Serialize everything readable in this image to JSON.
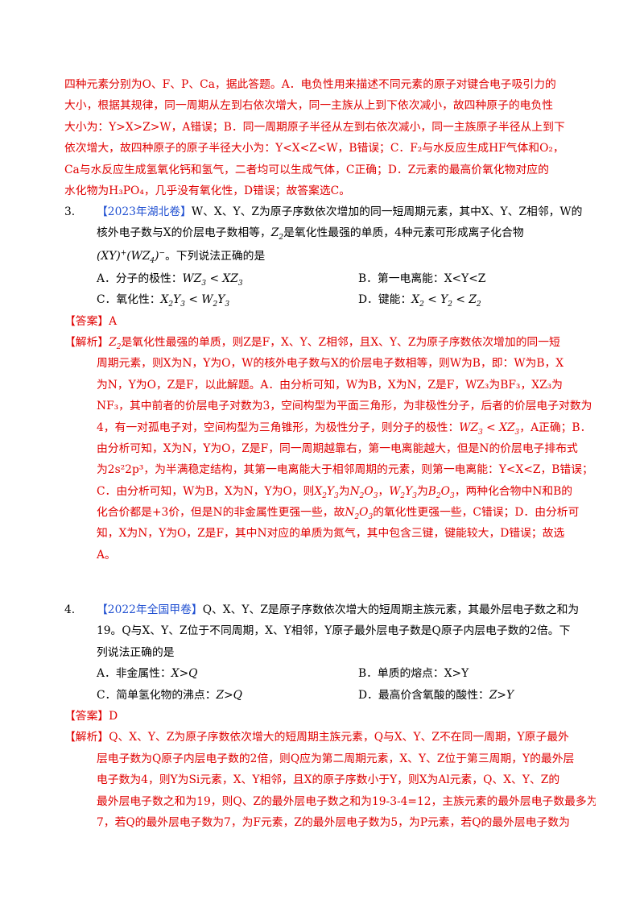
{
  "top_explanation": {
    "lines": [
      "四种元素分别为O、F、P、Ca，据此答题。A．电负性用来描述不同元素的原子对键合电子吸引力的",
      "大小，根据其规律，同一周期从左到右依次增大，同一主族从上到下依次减小，故四种原子的电负性",
      "大小为：Y>X>Z>W，A错误；B．同一周期原子半径从左到右依次减小，同一主族原子半径从上到下",
      "依次增大，故四种原子的原子半径大小为：Y<X<Z<W，B错误；C．F₂与水反应生成HF气体和O₂，",
      "Ca与水反应生成氢氧化钙和氢气，二者均可以生成气体，C正确；D．Z元素的最高价氧化物对应的",
      "水化物为H₃PO₄，几乎没有氧化性，D错误；故答案选C。"
    ]
  },
  "q3": {
    "number": "3.",
    "source": "【2023年湖北卷】",
    "stem_1": "W、X、Y、Z为原子序数依次增加的同一短周期元素，其中X、Y、Z相邻，W的",
    "stem_2a": "核外电子数与X的价层电子数相等，",
    "stem_2b": "是氧化性最强的单质，4种元素可形成离子化合物",
    "stem_3": "。下列说法正确的是",
    "opt_a_label": "A．分子的极性：",
    "opt_b": "B．第一电离能：X<Y<Z",
    "opt_c_label": "C．氧化性：",
    "opt_d_label": "D．键能：",
    "answer": "【答案】A",
    "analysis_label": "【解析】",
    "analysis": [
      "是氧化性最强的单质，则Z是F，X、Y、Z相邻，且X、Y、Z为原子序数依次增加的同一短",
      "周期元素，则X为N，Y为O，W的核外电子数与X的价层电子数相等，则W为B，即：W为B，X",
      "为N，Y为O，Z是F，以此解题。A．由分析可知，W为B，X为N，Z是F，WZ₃为BF₃，XZ₃为",
      "NF₃，其中前者的价层电子对数为3，空间构型为平面三角形，为非极性分子，后者的价层电子对数为",
      "4，有一对孤电子对，空间构型为三角锥形，为极性分子，则分子的极性：",
      "，A正确；B．",
      "由分析可知，X为N，Y为O，Z是F，同一周期越靠右，第一电离能越大，但是N的价层电子排布式",
      "为2s²2p³，为半满稳定结构，其第一电离能大于相邻周期的元素，则第一电离能：Y<X<Z，B错误；",
      "C．由分析可知，W为B，X为N，Y为O，则",
      "为",
      "，",
      "为",
      "，两种化合物中N和B的",
      "化合价都是+3价，但是N的非金属性更强一些，故",
      "的氧化性更强一些，C错误；D．由分析可",
      "知，X为N，Y为O，Z是F，其中N对应的单质为氮气，其中包含三键，键能较大，D错误；故选",
      "A。"
    ]
  },
  "q4": {
    "number": "4.",
    "source": "【2022年全国甲卷】",
    "stem_1": "Q、X、Y、Z是原子序数依次增大的短周期主族元素，其最外层电子数之和为",
    "stem_2": "19。Q与X、Y、Z位于不同周期，X、Y相邻，Y原子最外层电子数是Q原子内层电子数的2倍。下",
    "stem_3": "列说法正确的是",
    "opt_a_label": "A．非金属性：",
    "opt_a_formula": "X>Q",
    "opt_b": "B．单质的熔点：X>Y",
    "opt_c_label": "C．简单氢化物的沸点：",
    "opt_c_formula": "Z>Q",
    "opt_d_label": "D．最高价含氧酸的酸性：",
    "opt_d_formula": "Z>Y",
    "answer": "【答案】D",
    "analysis_label": "【解析】",
    "analysis": [
      "Q、X、Y、Z为原子序数依次增大的短周期主族元素，Q与X、Y、Z不在同一周期，Y原子最外",
      "层电子数为Q原子内层电子数的2倍，则Q应为第二周期元素，X、Y、Z位于第三周期，Y的最外层",
      "电子数为4，则Y为Si元素，X、Y相邻，且X的原子序数小于Y，则X为Al元素，Q、X、Y、Z的",
      "最外层电子数之和为19，则Q、Z的最外层电子数之和为19-3-4=12，主族元素的最外层电子数最多为",
      "7，若Q的最外层电子数为7，为F元素，Z的最外层电子数为5，为P元素，若Q的最外层电子数为"
    ]
  }
}
